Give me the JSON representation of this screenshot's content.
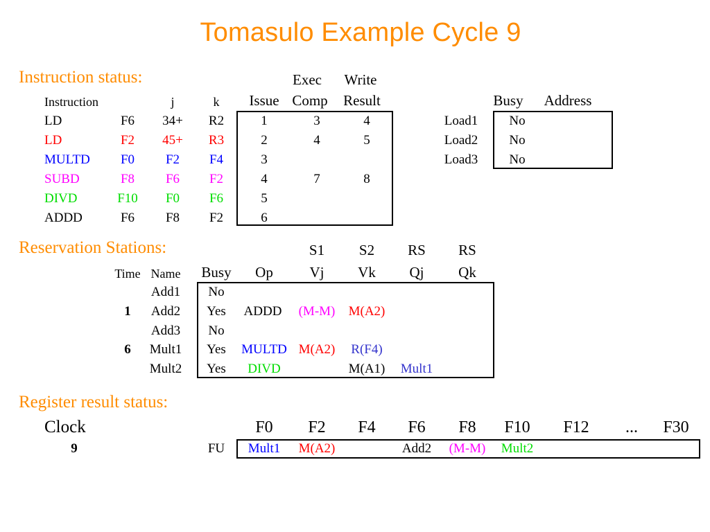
{
  "title": "Tomasulo Example Cycle 9",
  "colors": {
    "orange": "#ff8c00",
    "red": "#ff0000",
    "blue": "#0000ff",
    "magenta": "#ff00ff",
    "green": "#00dd00",
    "slate": "#3333cc",
    "black": "#000000"
  },
  "instruction_status": {
    "label": "Instruction status:",
    "headers": {
      "instruction": "Instruction",
      "j": "j",
      "k": "k",
      "issue": "Issue",
      "exec_top": "Exec",
      "exec_bottom": "Comp",
      "write_top": "Write",
      "write_bottom": "Result"
    },
    "rows": [
      {
        "op": "LD",
        "dest": "F6",
        "j": "34+",
        "k": "R2",
        "issue": "1",
        "exec": "3",
        "write": "4",
        "color": "#000000"
      },
      {
        "op": "LD",
        "dest": "F2",
        "j": "45+",
        "k": "R3",
        "issue": "2",
        "exec": "4",
        "write": "5",
        "color": "#ff0000"
      },
      {
        "op": "MULTD",
        "dest": "F0",
        "j": "F2",
        "k": "F4",
        "issue": "3",
        "exec": "",
        "write": "",
        "color": "#0000ff"
      },
      {
        "op": "SUBD",
        "dest": "F8",
        "j": "F6",
        "k": "F2",
        "issue": "4",
        "exec": "7",
        "write": "8",
        "color": "#ff00ff"
      },
      {
        "op": "DIVD",
        "dest": "F10",
        "j": "F0",
        "k": "F6",
        "issue": "5",
        "exec": "",
        "write": "",
        "color": "#00dd00"
      },
      {
        "op": "ADDD",
        "dest": "F6",
        "j": "F8",
        "k": "F2",
        "issue": "6",
        "exec": "",
        "write": "",
        "color": "#000000"
      }
    ]
  },
  "load_buffers": {
    "headers": {
      "busy": "Busy",
      "address": "Address"
    },
    "rows": [
      {
        "name": "Load1",
        "busy": "No",
        "address": ""
      },
      {
        "name": "Load2",
        "busy": "No",
        "address": ""
      },
      {
        "name": "Load3",
        "busy": "No",
        "address": ""
      }
    ]
  },
  "reservation_stations": {
    "label": "Reservation Stations:",
    "headers": {
      "time": "Time",
      "name": "Name",
      "busy": "Busy",
      "op": "Op",
      "s1_top": "S1",
      "s1_bottom": "Vj",
      "s2_top": "S2",
      "s2_bottom": "Vk",
      "rs1_top": "RS",
      "rs1_bottom": "Qj",
      "rs2_top": "RS",
      "rs2_bottom": "Qk"
    },
    "rows": [
      {
        "time": "",
        "name": "Add1",
        "busy": "No",
        "op": "",
        "vj": "",
        "vk": "",
        "qj": "",
        "qk": ""
      },
      {
        "time": "1",
        "name": "Add2",
        "busy": "Yes",
        "op": "ADDD",
        "vj": "(M-M)",
        "vk": "M(A2)",
        "qj": "",
        "qk": ""
      },
      {
        "time": "",
        "name": "Add3",
        "busy": "No",
        "op": "",
        "vj": "",
        "vk": "",
        "qj": "",
        "qk": ""
      },
      {
        "time": "6",
        "name": "Mult1",
        "busy": "Yes",
        "op": "MULTD",
        "vj": "M(A2)",
        "vk": "R(F4)",
        "qj": "",
        "qk": ""
      },
      {
        "time": "",
        "name": "Mult2",
        "busy": "Yes",
        "op": "DIVD",
        "vj": "",
        "vk": "M(A1)",
        "qj": "Mult1",
        "qk": ""
      }
    ]
  },
  "register_status": {
    "label": "Register result status:",
    "clock_label": "Clock",
    "clock_value": "9",
    "fu_label": "FU",
    "registers": [
      "F0",
      "F2",
      "F4",
      "F6",
      "F8",
      "F10",
      "F12",
      "...",
      "F30"
    ],
    "values": [
      "Mult1",
      "M(A2)",
      "",
      "Add2",
      "(M-M)",
      "Mult2",
      "",
      "",
      ""
    ]
  }
}
